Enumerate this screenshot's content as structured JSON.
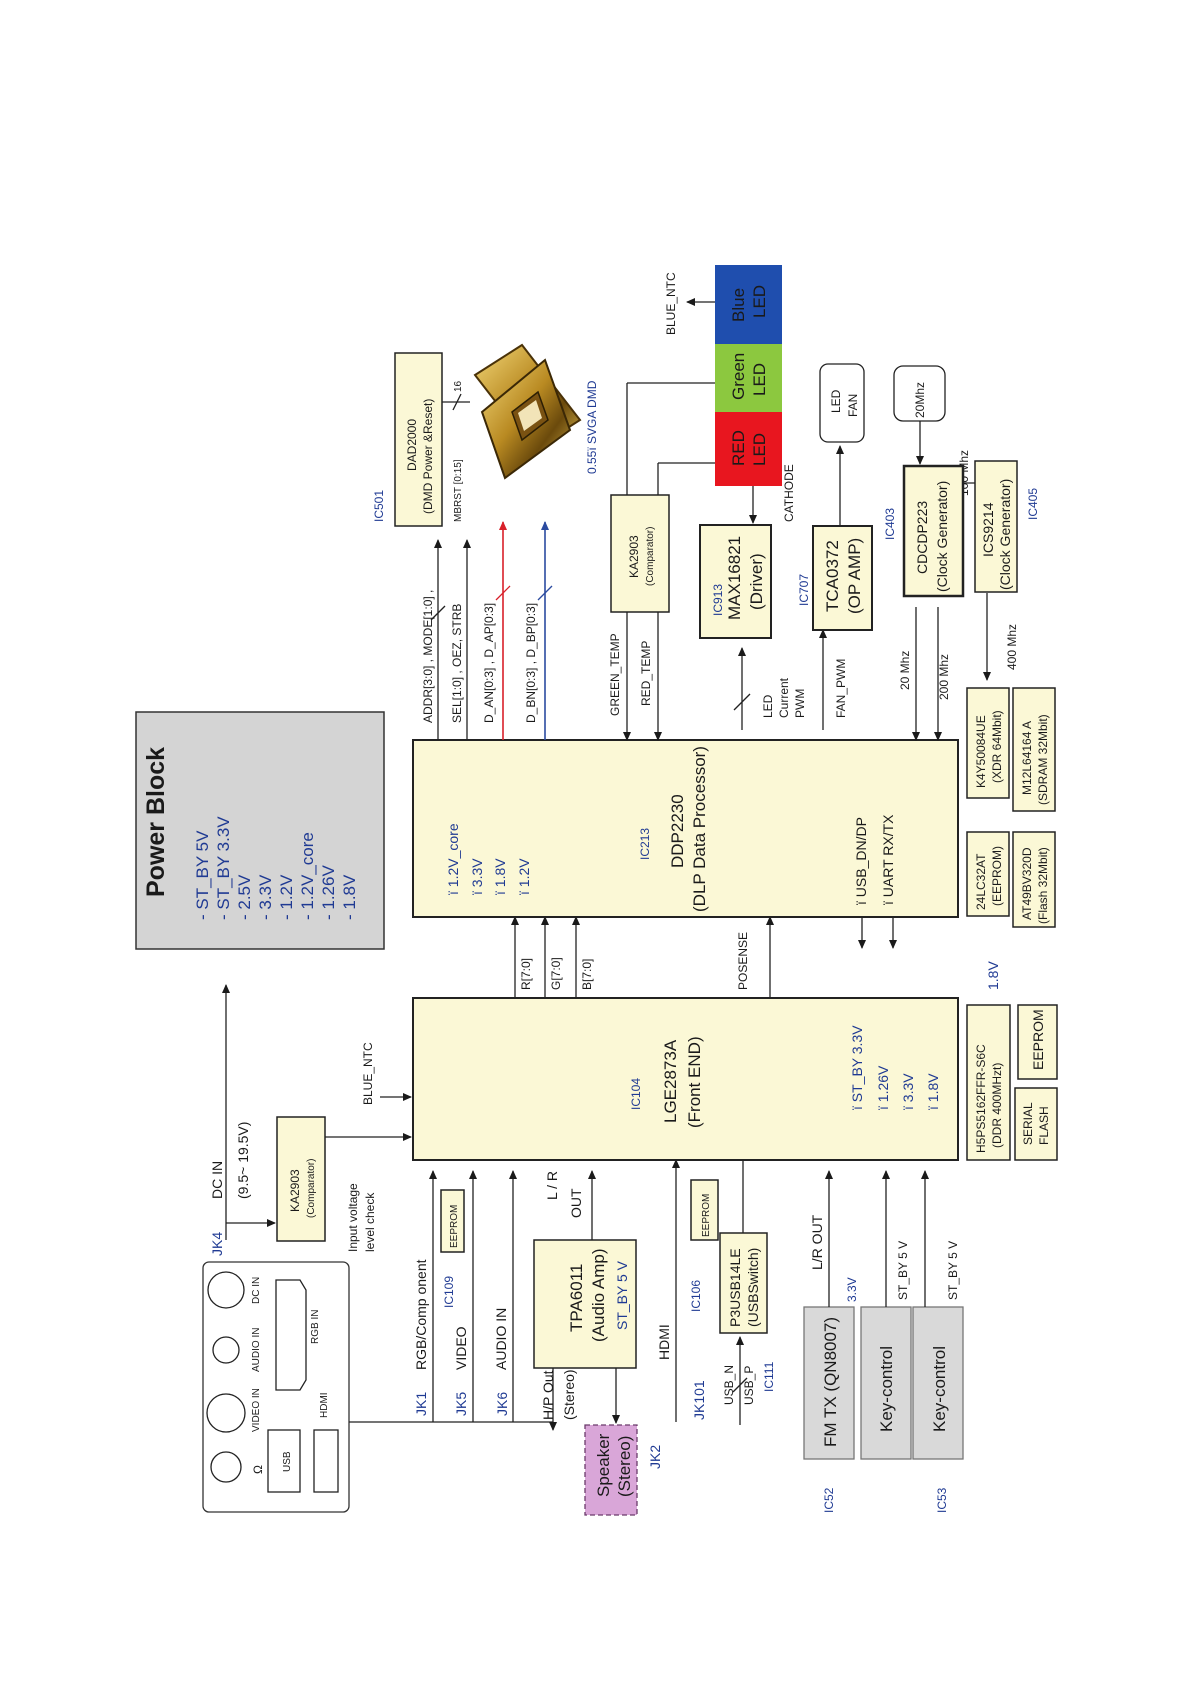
{
  "power_block": {
    "title": "Power Block",
    "items": [
      "- ST_BY 5V",
      "- ST_BY 3.3V",
      "- 2.5V",
      "- 3.3V",
      "- 1.2V",
      "- 1.2V_core",
      "- 1.26V",
      "- 1.8V"
    ]
  },
  "connector_panel": {
    "labels": [
      "VIDEO IN",
      "AUDIO IN",
      "DC IN",
      "USB",
      "HDMI",
      "RGB IN"
    ],
    "headphone_glyph": "Ω"
  },
  "jacks": {
    "jk4": "JK4",
    "jk1": "JK1",
    "jk5": "JK5",
    "jk6": "JK6",
    "jk101": "JK101",
    "jk2": "JK2"
  },
  "signals": {
    "dc_in": "DC IN",
    "dc_range": "(9.5~ 19.5V)",
    "input_check_1": "Input voltage",
    "input_check_2": "level check",
    "rgb_component": "RGB/Comp onent",
    "video": "VIDEO",
    "audio_in": "AUDIO IN",
    "hp_out_1": "H/P Out",
    "hp_out_2": "(Stereo)",
    "hdmi": "HDMI",
    "usb_n": "USB_N",
    "usb_p": "USB_P",
    "lr_out_1": "L / R",
    "lr_out_2": "OUT",
    "blue_ntc_fe": "BLUE_NTC",
    "r70": "R[7:0]",
    "g70": "G[7:0]",
    "b70": "B[7:0]",
    "posense": "POSENSE",
    "fe_1v8": "1.8V",
    "fm_lr_out": "L/R OUT",
    "v33": "3.3V",
    "stby5_a": "ST_BY 5 V",
    "stby5_b": "ST_BY 5 V",
    "addr": "ADDR[3:0] , MODE[1:0] ,",
    "sel": "SEL[1:0] , OEZ, STRB",
    "dan": "D_AN[0:3] , D_AP[0:3]",
    "dbn": "D_BN[0:3] , D_BP[0:3]",
    "green_temp": "GREEN_TEMP",
    "red_temp": "RED_TEMP",
    "led_cur_1": "LED",
    "led_cur_2": "Current",
    "led_cur_3": "PWM",
    "fan_pwm": "FAN_PWM",
    "f20": "20 Mhz",
    "f200": "200 Mhz",
    "f400": "400 Mhz",
    "f100": "100 Mhz",
    "cathode": "CATHODE",
    "blue_ntc_top": "BLUE_NTC",
    "mbrst": "MBRST [0:15]",
    "sixteen": "16",
    "dmd": "0.55ï SVGA DMD"
  },
  "ic_labels": {
    "ic109": "IC109",
    "ic106": "IC106",
    "ic111": "IC111",
    "ic104": "IC104",
    "ic213": "IC213",
    "ic52": "IC52",
    "ic53": "IC53",
    "ic913": "IC913",
    "ic707": "IC707",
    "ic403": "IC403",
    "ic405": "IC405",
    "ic501": "IC501"
  },
  "blocks": {
    "ka2903_in_1": "KA2903",
    "ka2903_in_2": "(Comparator)",
    "eeprom_109": "EEPROM",
    "tpa_1": "TPA6011",
    "tpa_2": "(Audio Amp)",
    "tpa_3": "ST_BY 5 V",
    "speaker_1": "Speaker",
    "speaker_2": "(Stereo)",
    "eeprom_106": "EEPROM",
    "p3u_1": "P3USB14LE",
    "p3u_2": "(USBSwitch)",
    "fmtx": "FM TX (QN8007)",
    "key1": "Key-control",
    "key2": "Key-control",
    "fe_1": "LGE2873A",
    "fe_2": "(Front END)",
    "fe_p1": "ï ST_BY 3.3V",
    "fe_p2": "ï 1.26V",
    "fe_p3": "ï 3.3V",
    "fe_p4": "ï 1.8V",
    "ddr_1": "H5PS5162FFR-S6C",
    "ddr_2": "(DDR 400MHzt)",
    "eeprom_fe": "EEPROM",
    "serial_1": "SERIAL",
    "serial_2": "FLASH",
    "ddp_1": "DDP2230",
    "ddp_2": "(DLP Data Processor)",
    "ddp_p1": "ï 1.2V_core",
    "ddp_p2": "ï 3.3V",
    "ddp_p3": "ï 1.8V",
    "ddp_p4": "ï 1.2V",
    "ddp_usb": "ï USB_DN/DP",
    "ddp_uart": "ï UART RX/TX",
    "lc24_1": "24LC32AT",
    "lc24_2": "(EEPROM)",
    "at49_1": "AT49BV320D",
    "at49_2": "(Flash 32Mbit)",
    "k4y_1": "K4Y50084UE",
    "k4y_2": "(XDR 64Mbit)",
    "m12_1": "M12L64164 A",
    "m12_2": "(SDRAM 32Mbit)",
    "ka_out_1": "KA2903",
    "ka_out_2": "(Comparator)",
    "max_1": "MAX16821",
    "max_2": "(Driver)",
    "tca_1": "TCA0372",
    "tca_2": "(OP AMP)",
    "cdc_1": "CDCDP223",
    "cdc_2": "(Clock Generator)",
    "ics_1": "ICS9214",
    "ics_2": "(Clock Generator)",
    "mhz20": "20Mhz",
    "led_fan_1": "LED",
    "led_fan_2": "FAN",
    "red_1": "RED",
    "red_2": "LED",
    "green_1": "Green",
    "green_2": "LED",
    "blue_1": "Blue",
    "blue_2": "LED",
    "dad_1": "DAD2000",
    "dad_2": "(DMD Power &Reset)"
  },
  "colors": {
    "chip_fill": "#fbf8d6",
    "power_block_fill": "#d4d4d4",
    "red_led": "#e8161f",
    "green_led": "#8cc83f",
    "blue_led": "#1f4eae",
    "speaker_fill": "#d9a6d8",
    "gray_block": "#d9d9d9",
    "ic_label_blue": "#1f3a93",
    "d_a_line": "#d8202a",
    "d_b_line": "#2b4ba0"
  }
}
